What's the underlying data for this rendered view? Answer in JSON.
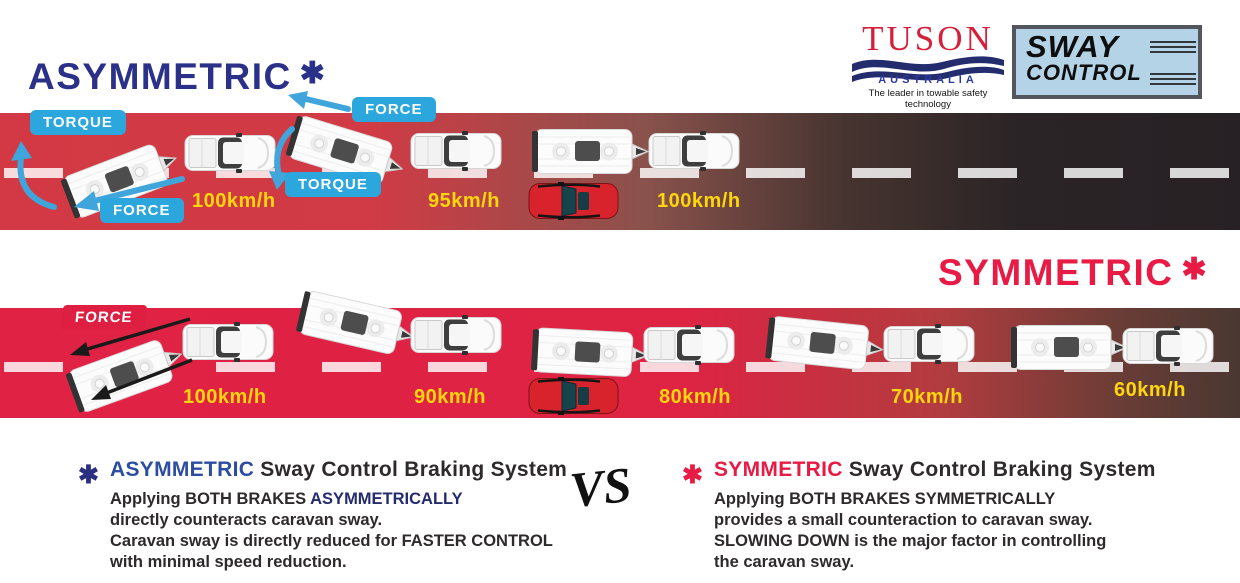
{
  "star_glyph": "✱",
  "header": {
    "asymmetric_title": "ASYMMETRIC",
    "tuson": {
      "name": "TUSON",
      "country": "AUSTRALIA",
      "tagline": "The leader in towable safety technology"
    },
    "sway_logo": {
      "line1": "SWAY",
      "line2": "CONTROL"
    }
  },
  "asymmetric_band": {
    "torque1": "TORQUE",
    "force1": "FORCE",
    "force2": "FORCE",
    "torque2": "TORQUE",
    "speeds": [
      "100km/h",
      "95km/h",
      "100km/h"
    ]
  },
  "symmetric_band": {
    "title": "SYMMETRIC",
    "force_label": "FORCE",
    "speeds": [
      "100km/h",
      "90km/h",
      "80km/h",
      "70km/h",
      "60km/h"
    ]
  },
  "comparison": {
    "vs": "VS",
    "asymmetric": {
      "heading_word": "ASYMMETRIC",
      "heading_rest": " Sway Control Braking System",
      "line1_prefix": "Applying BOTH BRAKES ",
      "line1_bold": "ASYMMETRICALLY",
      "line2": "directly counteracts caravan sway.",
      "line3": "Caravan sway is directly reduced for FASTER CONTROL",
      "line4": "with minimal speed reduction."
    },
    "symmetric": {
      "heading_word": "SYMMETRIC",
      "heading_rest": " Sway Control Braking System",
      "line1": "Applying BOTH BRAKES SYMMETRICALLY",
      "line2": "provides a small counteraction to caravan sway.",
      "line3": "SLOWING DOWN is the major factor in controlling",
      "line4": "the caravan sway."
    }
  }
}
